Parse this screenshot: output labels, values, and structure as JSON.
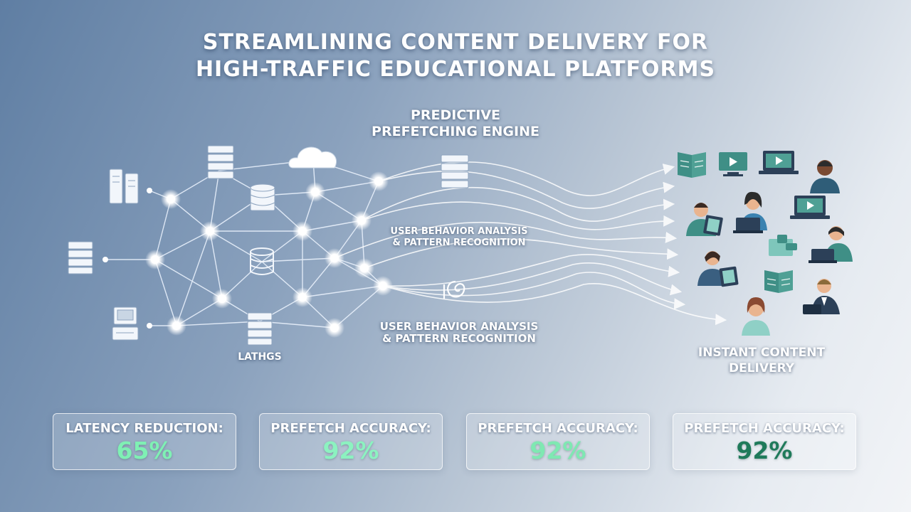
{
  "title": {
    "line1": "STREAMLINING CONTENT DELIVERY FOR",
    "line2": "HIGH-TRAFFIC EDUCATIONAL PLATFORMS"
  },
  "labels": {
    "engine_line1": "PREDICTIVE",
    "engine_line2": "PREFETCHING ENGINE",
    "behavior_top_line1": "USER BEHAVIOR ANALYSIS",
    "behavior_top_line2": "& PATTERN RECOGNITION",
    "behavior_bottom_line1": "USER BEHAVIOR ANALYSIS",
    "behavior_bottom_line2": "& PATTERN RECOGNITION",
    "node_label": "LATHGS",
    "delivery_line1": "INSTANT CONTENT",
    "delivery_line2": "DELIVERY"
  },
  "metrics": [
    {
      "label": "LATENCY REDUCTION:",
      "value": "65%",
      "color": "#7ff0b4"
    },
    {
      "label": "PREFETCH ACCURACY:",
      "value": "92%",
      "color": "#8cf2c0"
    },
    {
      "label": "PREFETCH ACCURACY:",
      "value": "92%",
      "color": "#7fe8b2"
    },
    {
      "label": "PREFETCH ACCURACY:",
      "value": "92%",
      "color": "#1f7a5a"
    }
  ],
  "colors": {
    "glow": "#ffffff",
    "teal": "#3f8f86",
    "navy": "#2c4058",
    "skin": "#e9b48f"
  },
  "icons": [
    "server-rack-icon",
    "server-icon",
    "computer-terminal-icon",
    "cloud-icon",
    "database-icon",
    "spiral-logo-icon",
    "book-icon",
    "monitor-play-icon",
    "laptop-play-icon",
    "tablet-user-icon",
    "student-avatar-icon"
  ]
}
